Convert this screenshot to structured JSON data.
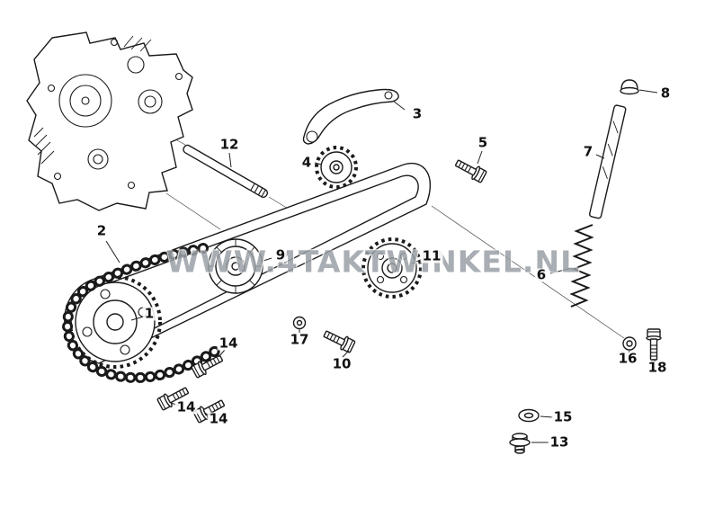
{
  "watermark": {
    "text": "WWW.4TAKTWINKEL.NL",
    "color": "#9aa0a6"
  },
  "colors": {
    "line": "#1a1a1a",
    "background": "#ffffff"
  },
  "diagram": {
    "part_labels": [
      {
        "text": "1"
      },
      {
        "text": "2"
      },
      {
        "text": "3"
      },
      {
        "text": "4"
      },
      {
        "text": "5"
      },
      {
        "text": "6"
      },
      {
        "text": "7"
      },
      {
        "text": "8"
      },
      {
        "text": "9"
      },
      {
        "text": "10"
      },
      {
        "text": "11"
      },
      {
        "text": "12"
      },
      {
        "text": "13"
      },
      {
        "text": "14"
      },
      {
        "text": "14"
      },
      {
        "text": "14"
      },
      {
        "text": "15"
      },
      {
        "text": "16"
      },
      {
        "text": "17"
      },
      {
        "text": "18"
      }
    ]
  }
}
